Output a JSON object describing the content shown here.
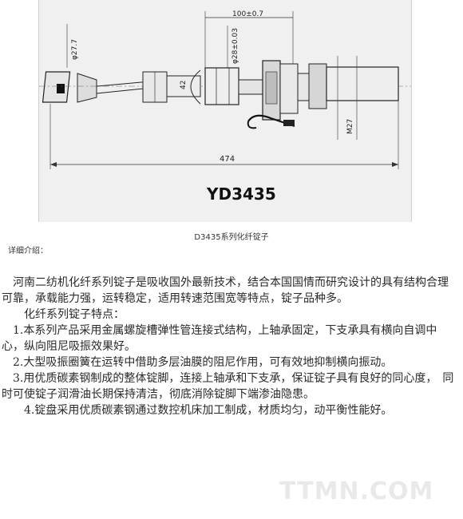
{
  "drawing": {
    "dimensions": {
      "shaft_length": "100±0.7",
      "diameter_top": "φ28±0.03",
      "diameter_left": "φ27.7",
      "height_42": "42",
      "thread": "M27",
      "total_length": "474"
    },
    "model": "YD3435",
    "watermark": "TTMN.COM"
  },
  "caption": "D3435系列化纤锭子",
  "section_label": "详细介绍：",
  "paragraphs": [
    "　河南二纺机化纤系列锭子是吸收国外最新技术，结合本国国情而研究设计的具有结构合理可靠，承载能力强，运转稳定，适用转速范围宽等特点，锭子品种多。",
    "　　化纤系列锭子特点：",
    "　1.本系列产品采用金属螺旋槽弹性管连接式结构，上轴承固定，下支承具有横向自调中心，纵向阻尼吸振效果好。",
    "　2.大型吸振圈簧在运转中借助多层油膜的阻尼作用，可有效地抑制横向振动。",
    "　3.用优质碳素钢制成的整体锭脚，连接上轴承和下支承，保证锭子具有良好的同心度，　同时可使锭子润滑油长期保持清洁，彻底消除锭脚下端渗油隐患。",
    "　　4.锭盘采用优质碳素钢通过数控机床加工制成，材质均匀，动平衡性能好。"
  ]
}
